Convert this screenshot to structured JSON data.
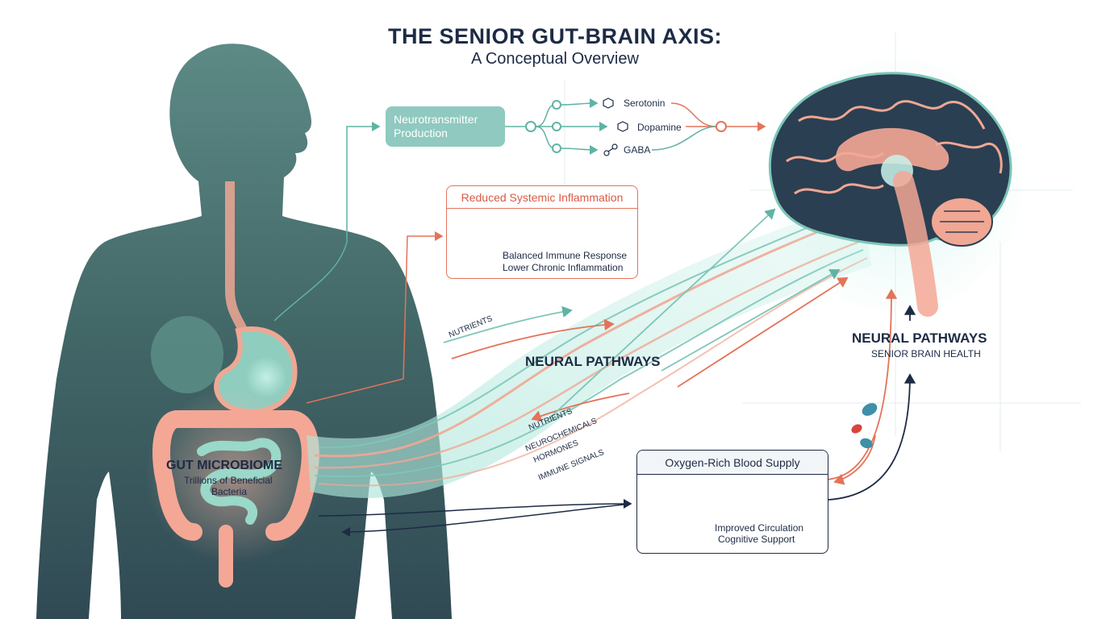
{
  "title": "THE SENIOR GUT-BRAIN AXIS:",
  "subtitle": "A Conceptual Overview",
  "neurotransmitter": {
    "label": "Neurotransmitter Production",
    "items": [
      "Serotonin",
      "Dopamine",
      "GABA"
    ]
  },
  "inflammation": {
    "title": "Reduced Systemic Inflammation",
    "line1": "Balanced Immune Response",
    "line2": "Lower Chronic Inflammation"
  },
  "gut": {
    "title": "GUT MICROBIOME",
    "sub1": "Trillions of Beneficial",
    "sub2": "Bacteria"
  },
  "pathways": {
    "center": "NEURAL PATHWAYS",
    "right": "NEURAL PATHWAYS",
    "right_sub": "SENIOR BRAIN HEALTH",
    "upper_label": "NUTRIENTS",
    "signals": [
      "NUTRIENTS",
      "NEUROCHEMICALS",
      "HORMONES",
      "IMMUNE SIGNALS"
    ]
  },
  "blood": {
    "title": "Oxygen-Rich Blood Supply",
    "line1": "Improved Circulation",
    "line2": "Cognitive Support"
  },
  "colors": {
    "navy": "#1d2b45",
    "teal": "#5fb3a5",
    "coral": "#e4735a",
    "body": "#3f6b68"
  }
}
